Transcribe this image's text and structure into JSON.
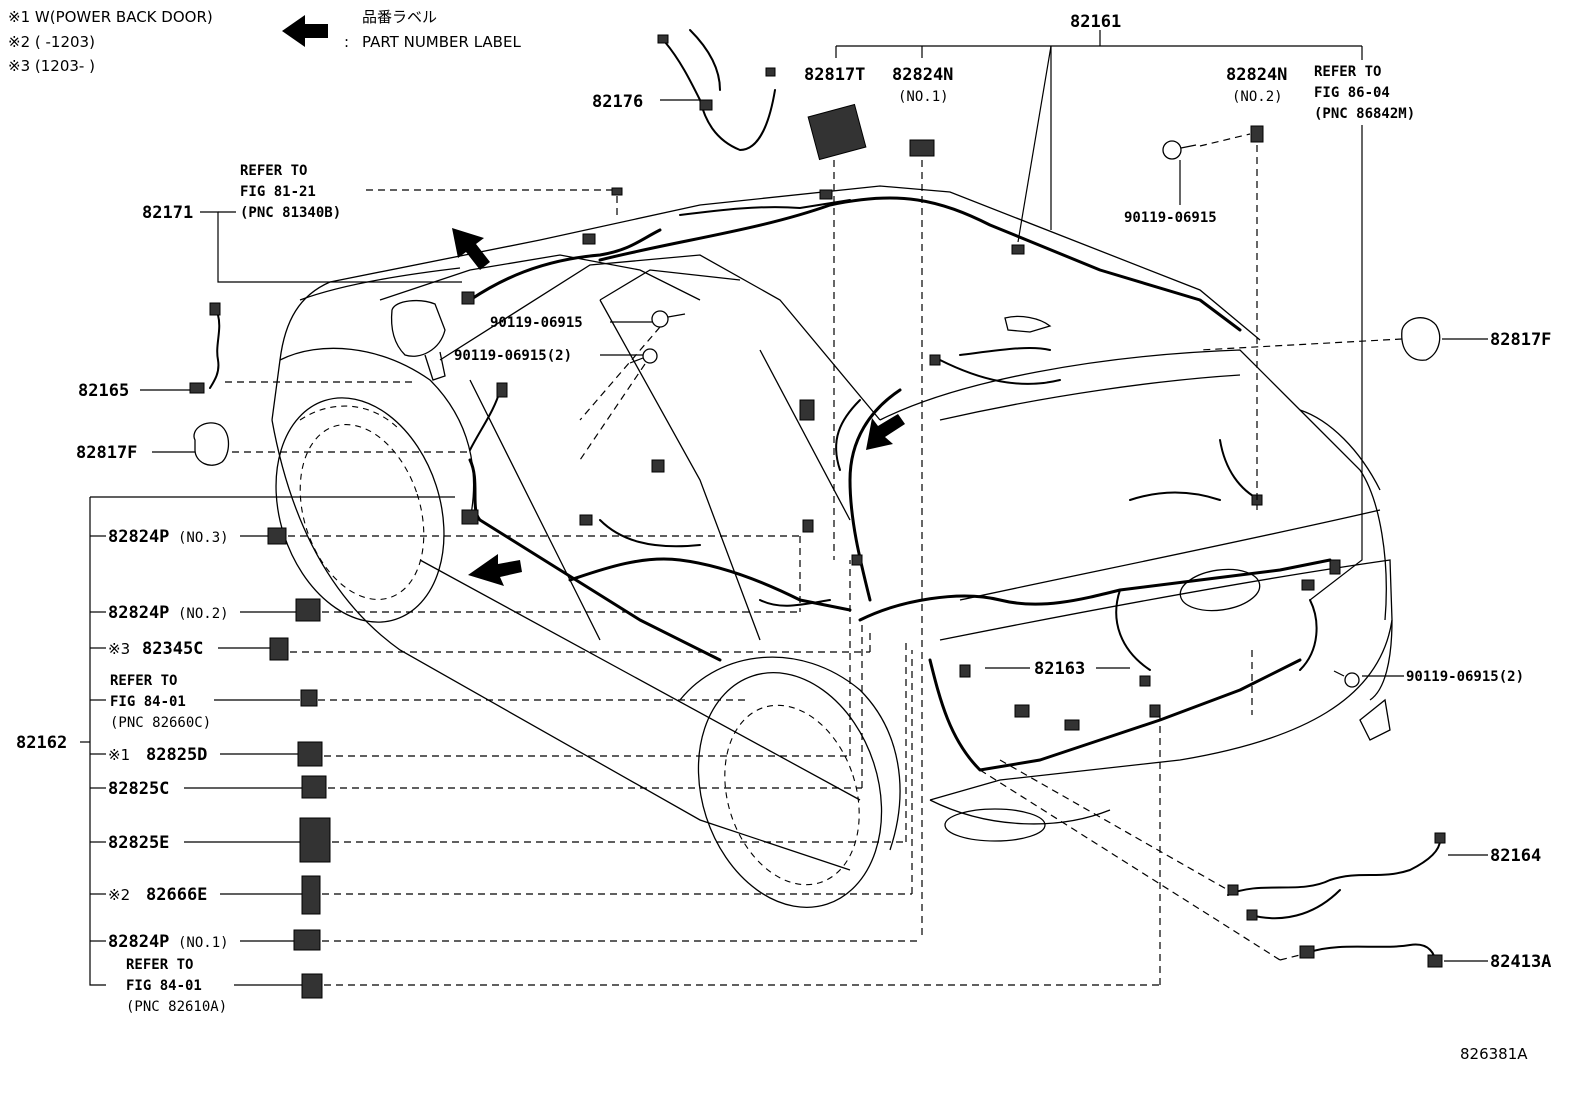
{
  "notes": {
    "n1": "※1 W(POWER BACK DOOR)",
    "n2": "※2 (      -1203)",
    "n3": "※3 (1203-      )",
    "legend_jp": "品番ラベル",
    "legend_colon": ":",
    "legend_en": "PART NUMBER LABEL"
  },
  "labels": {
    "p82161": "82161",
    "p82176": "82176",
    "p82817T": "82817T",
    "p82824N_1": "82824N",
    "p82824N_1_sub": "(NO.1)",
    "p82824N_2": "82824N",
    "p82824N_2_sub": "(NO.2)",
    "refer_86_line1": "REFER TO",
    "refer_86_line2": "FIG 86-04",
    "refer_86_line3": "(PNC 86842M)",
    "bolt_top": "90119-06915",
    "refer_81_line1": "REFER TO",
    "refer_81_line2": "FIG 81-21",
    "refer_81_line3": "(PNC 81340B)",
    "p82171": "82171",
    "bolt_a": "90119-06915",
    "bolt_b": "90119-06915(2)",
    "p82165": "82165",
    "p82817F_left": "82817F",
    "p82817F_right": "82817F",
    "p82824P_3": "82824P",
    "p82824P_3_sub": "(NO.3)",
    "p82824P_2": "82824P",
    "p82824P_2_sub": "(NO.2)",
    "mark3": "※3",
    "p82345C": "82345C",
    "refer_84a_line1": "REFER TO",
    "refer_84a_line2": "FIG 84-01",
    "refer_84a_line3": "(PNC 82660C)",
    "p82162": "82162",
    "mark1": "※1",
    "p82825D": "82825D",
    "p82825C": "82825C",
    "p82825E": "82825E",
    "mark2": "※2",
    "p82666E": "82666E",
    "p82824P_1": "82824P",
    "p82824P_1_sub": "(NO.1)",
    "refer_84b_line1": "REFER TO",
    "refer_84b_line2": "FIG 84-01",
    "refer_84b_line3": "(PNC 82610A)",
    "p82163": "82163",
    "bolt_right": "90119-06915(2)",
    "p82164": "82164",
    "p82413A": "82413A",
    "figure_id": "826381A"
  },
  "icons": [
    "left-arrow-icon",
    "part-number-label-arrow-icon",
    "connector-icon",
    "bolt-icon",
    "grommet-icon",
    "wire-harness-icon"
  ]
}
